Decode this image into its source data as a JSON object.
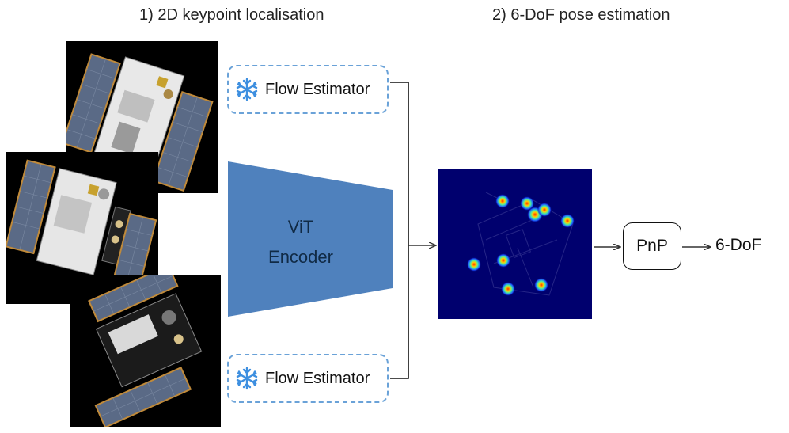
{
  "headings": {
    "stage1": "1) 2D keypoint localisation",
    "stage2": "2) 6-DoF pose estimation"
  },
  "flow_estimator_top": {
    "label": "Flow Estimator",
    "icon": "snowflake-icon"
  },
  "flow_estimator_bottom": {
    "label": "Flow Estimator",
    "icon": "snowflake-icon"
  },
  "encoder": {
    "line1": "ViT",
    "line2": "Encoder",
    "color": "#4f81bd"
  },
  "heatmap": {
    "background": "#00006e",
    "keypoint_count": 9
  },
  "pnp": {
    "label": "PnP"
  },
  "output": {
    "label": "6-DoF"
  },
  "colors": {
    "accent_dashed": "#6aa2d8",
    "arrow": "#333333"
  }
}
